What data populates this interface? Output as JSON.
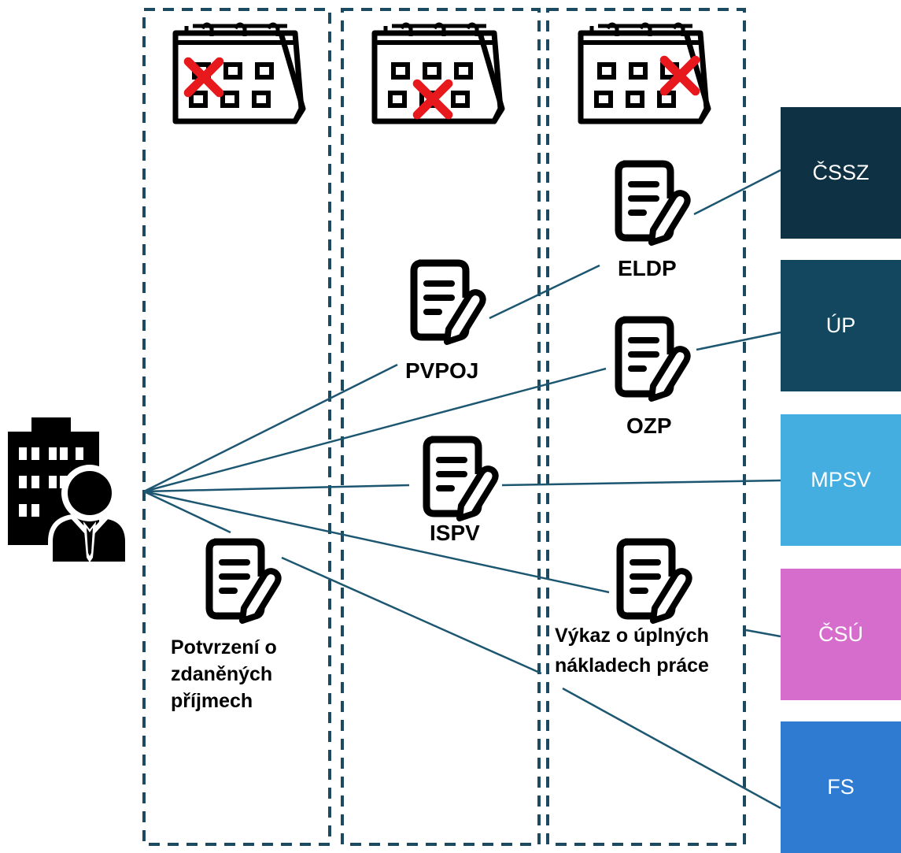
{
  "employer": {
    "icon": "employer-building-person-icon"
  },
  "columns": [
    {
      "id": "col-1",
      "calendar_icon": "calendar-x-icon"
    },
    {
      "id": "col-2",
      "calendar_icon": "calendar-x-icon"
    },
    {
      "id": "col-3",
      "calendar_icon": "calendar-x-icon"
    }
  ],
  "documents": [
    {
      "key": "eldp",
      "label": "ELDP",
      "icon": "document-edit-icon"
    },
    {
      "key": "pvpoj",
      "label": "PVPOJ",
      "icon": "document-edit-icon"
    },
    {
      "key": "ozp",
      "label": "OZP",
      "icon": "document-edit-icon"
    },
    {
      "key": "ispv",
      "label": "ISPV",
      "icon": "document-edit-icon"
    },
    {
      "key": "potvrzeni",
      "label_lines": [
        "Potvrzení o",
        "zdaněných",
        "příjmech"
      ],
      "icon": "document-edit-icon"
    },
    {
      "key": "vykaz",
      "label_lines": [
        "Výkaz o úplných",
        "nákladech práce"
      ],
      "icon": "document-edit-icon"
    }
  ],
  "destinations": [
    {
      "key": "cssz",
      "label": "ČSSZ",
      "color": "#0e3144"
    },
    {
      "key": "up",
      "label": "ÚP",
      "color": "#13475f"
    },
    {
      "key": "mpsv",
      "label": "MPSV",
      "color": "#45aee0"
    },
    {
      "key": "csu",
      "label": "ČSÚ",
      "color": "#d66ccc"
    },
    {
      "key": "fs",
      "label": "FS",
      "color": "#2e7bd1"
    }
  ],
  "colors": {
    "line": "#1c5670",
    "dash": "#1c4a60",
    "x_mark": "#e8191d"
  }
}
